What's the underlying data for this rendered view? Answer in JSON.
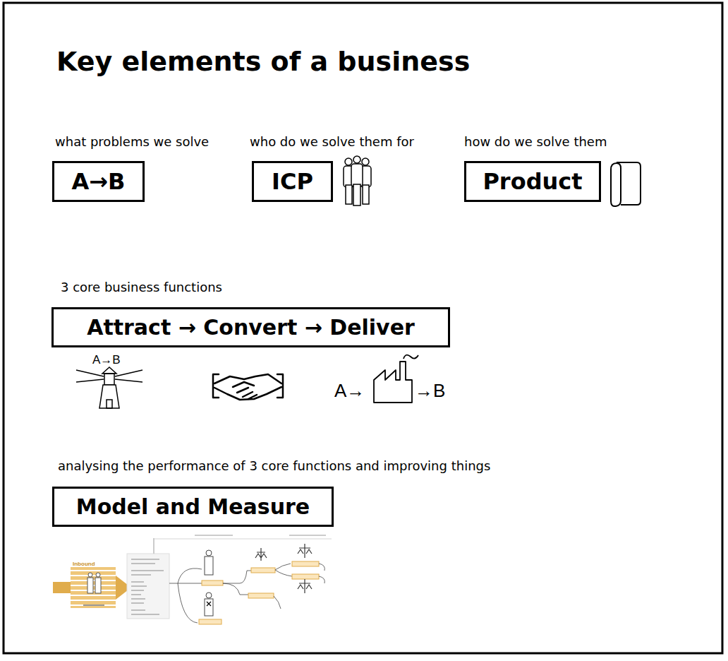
{
  "diagram": {
    "title": "Key elements of a business",
    "nodes": [
      {
        "text": [
          "what problems we solve",
          "A→B"
        ]
      },
      {
        "text": [
          "who do we solve them for",
          "ICP"
        ]
      },
      {
        "text": [
          "how do we solve them",
          "Product"
        ]
      },
      {
        "text": [
          "3 core business functions",
          "Attract → Convert → Deliver"
        ]
      },
      {
        "text": [
          "analysing the performance of 3 core functions and improving things",
          "Model and Measure"
        ]
      }
    ],
    "labels": [
      "A→B",
      "A→",
      "→B",
      "Inbound"
    ]
  }
}
